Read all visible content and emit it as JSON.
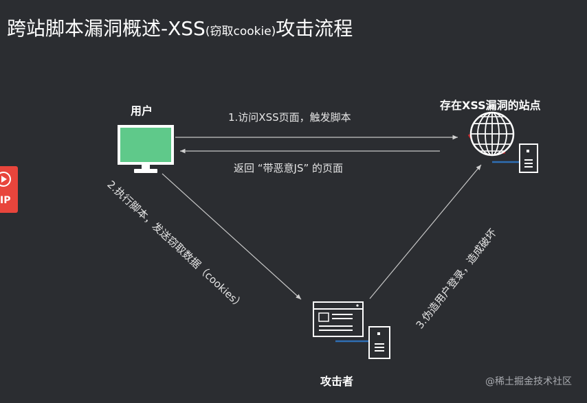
{
  "title": {
    "main": "跨站脚本漏洞概述-XSS",
    "sub": "(窃取cookie)",
    "tail": "攻击流程"
  },
  "nodes": {
    "user": "用户",
    "site": "存在XSS漏洞的站点",
    "attacker": "攻击者"
  },
  "edges": {
    "visit": "1.访问XSS页面，触发脚本",
    "return": "返回 “带恶意JS” 的页面",
    "exec": "2.执行脚本，发送窃取数据（cookies）",
    "forge": "3.伪造用户登录，造成破坏"
  },
  "badge": {
    "text": "IP"
  },
  "watermark": "@稀土掘金技术社区",
  "colors": {
    "background": "#2b2d31",
    "monitor": "#5fc98a",
    "arrow": "#c8c8c8",
    "server_line": "#2f6fb5",
    "badge": "#e8453c"
  },
  "icons": {
    "user": "monitor-icon",
    "site": "globe-icon",
    "site_server": "server-icon",
    "attacker": "browser-window-icon",
    "attacker_server": "server-icon"
  }
}
